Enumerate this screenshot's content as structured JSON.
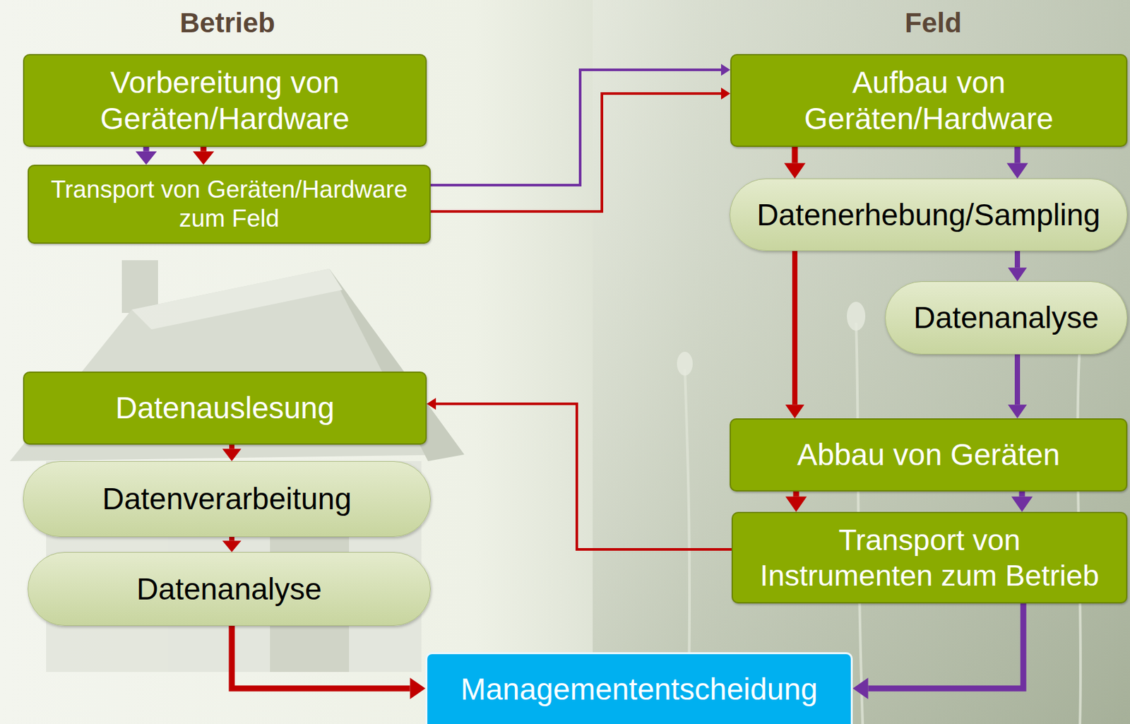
{
  "diagram": {
    "nodes": [
      {
        "text": [
          "Vorbereitung von Geräten/Hardware"
        ]
      },
      {
        "text": [
          "Transport von Geräten/Hardware zum Feld"
        ]
      },
      {
        "text": [
          "Aufbau von Geräten/Hardware"
        ]
      },
      {
        "text": [
          "Datenerhebung/Sampling"
        ]
      },
      {
        "text": [
          "Datenanalyse"
        ]
      },
      {
        "text": [
          "Abbau von Geräten"
        ]
      },
      {
        "text": [
          "Transport von Instrumenten zum Betrieb"
        ]
      },
      {
        "text": [
          "Datenauslesung"
        ]
      },
      {
        "text": [
          "Datenverarbeitung"
        ]
      },
      {
        "text": [
          "Datenanalyse"
        ]
      },
      {
        "text": [
          "Managemententscheidung"
        ]
      }
    ],
    "edges": [
      {
        "from": 0,
        "to": 1,
        "arrow": "to"
      },
      {
        "from": 0,
        "to": 1,
        "arrow": "to"
      },
      {
        "from": 1,
        "to": 2,
        "arrow": "to"
      },
      {
        "from": 1,
        "to": 2,
        "arrow": "to"
      },
      {
        "from": 2,
        "to": 3,
        "arrow": "to"
      },
      {
        "from": 2,
        "to": 3,
        "arrow": "to"
      },
      {
        "from": 3,
        "to": 4,
        "arrow": "to"
      },
      {
        "from": 3,
        "to": 5,
        "arrow": "to"
      },
      {
        "from": 4,
        "to": 5,
        "arrow": "to"
      },
      {
        "from": 5,
        "to": 6,
        "arrow": "to"
      },
      {
        "from": 5,
        "to": 6,
        "arrow": "to"
      },
      {
        "from": 6,
        "to": 7,
        "arrow": "to"
      },
      {
        "from": 7,
        "to": 8,
        "arrow": "to"
      },
      {
        "from": 8,
        "to": 9,
        "arrow": "to"
      },
      {
        "from": 9,
        "to": 10,
        "arrow": "to"
      },
      {
        "from": 6,
        "to": 10,
        "arrow": "to"
      }
    ],
    "labels": [
      "Betrieb",
      "Feld"
    ]
  }
}
